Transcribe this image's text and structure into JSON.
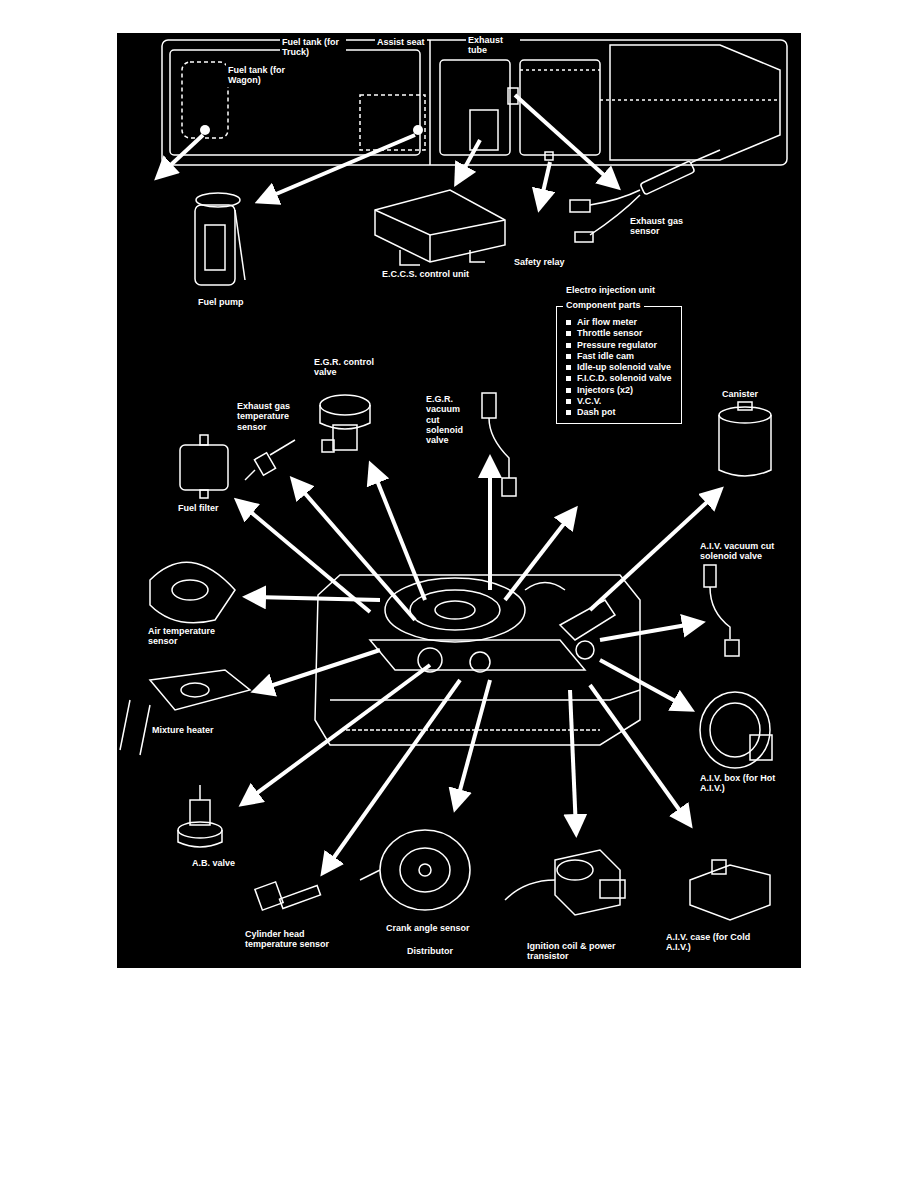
{
  "diagram": {
    "nodes": [
      {
        "text": [
          "Component parts",
          "Air flow meter",
          "Throttle sensor",
          "Pressure regulator",
          "Fast idle cam",
          "Idle-up solenoid valve",
          "F.I.C.D. solenoid valve",
          "Injectors (x2)",
          "V.C.V.",
          "Dash pot"
        ]
      }
    ],
    "labels": [
      "Fuel tank (for Truck)",
      "Assist seat",
      "Exhaust tube",
      "Fuel tank (for Wagon)",
      "Fuel pump",
      "E.C.C.S. control unit",
      "Safety relay",
      "Exhaust gas sensor",
      "Electro injection unit",
      "E.G.R. control valve",
      "Exhaust gas temperature sensor",
      "E.G.R. vacuum cut solenoid valve",
      "Canister",
      "Fuel filter",
      "A.I.V. vacuum cut solenoid valve",
      "Air temperature sensor",
      "Mixture heater",
      "A.I.V. box (for Hot A.I.V.)",
      "A.B. valve",
      "Cylinder head temperature sensor",
      "Crank angle sensor",
      "Distributor",
      "Ignition coil & power transistor",
      "A.I.V. case (for Cold A.I.V.)"
    ]
  }
}
